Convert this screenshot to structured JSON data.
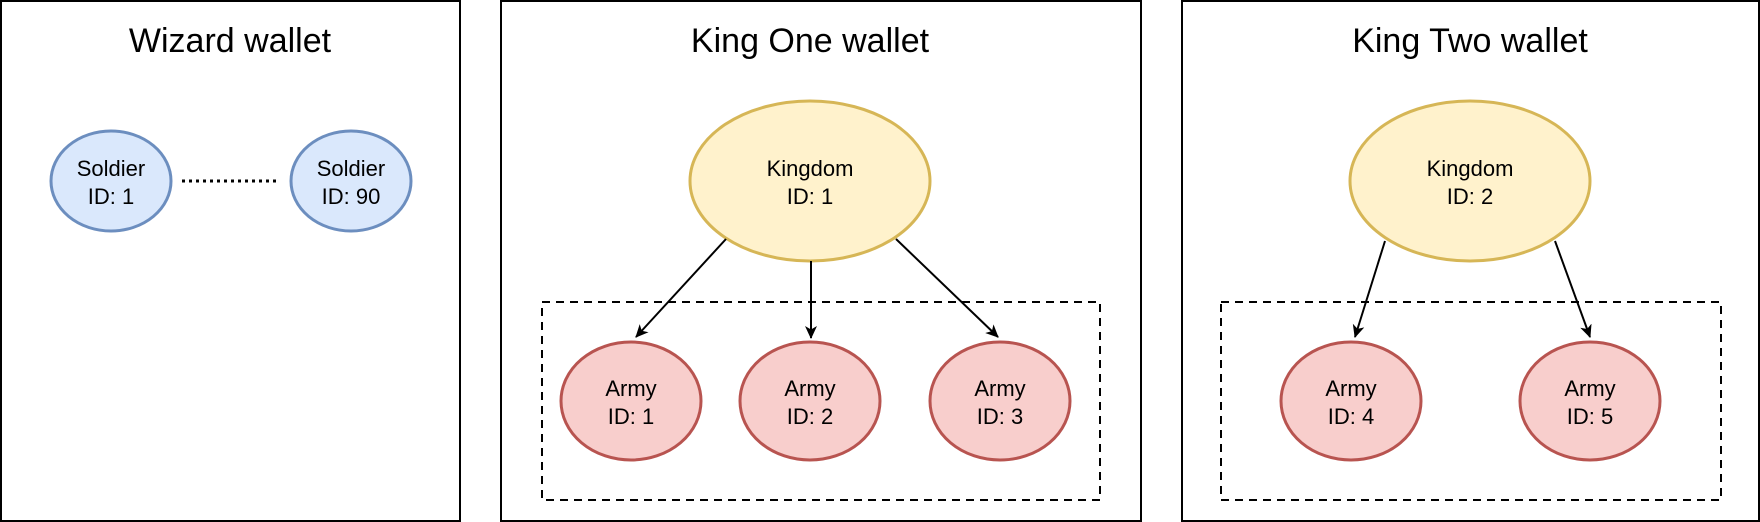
{
  "colors": {
    "soldier_fill": "#dae8fc",
    "soldier_stroke": "#6c8ebf",
    "kingdom_fill": "#fff2cc",
    "kingdom_stroke": "#d6b656",
    "army_fill": "#f8cecc",
    "army_stroke": "#b85450",
    "line": "#000000"
  },
  "panels": [
    {
      "title": "Wizard wallet",
      "soldiers": [
        {
          "line1": "Soldier",
          "line2": "ID: 1"
        },
        {
          "line1": "Soldier",
          "line2": "ID: 90"
        }
      ]
    },
    {
      "title": "King One wallet",
      "kingdom": {
        "line1": "Kingdom",
        "line2": "ID: 1"
      },
      "armies": [
        {
          "line1": "Army",
          "line2": "ID: 1"
        },
        {
          "line1": "Army",
          "line2": "ID: 2"
        },
        {
          "line1": "Army",
          "line2": "ID: 3"
        }
      ]
    },
    {
      "title": "King Two wallet",
      "kingdom": {
        "line1": "Kingdom",
        "line2": "ID: 2"
      },
      "armies": [
        {
          "line1": "Army",
          "line2": "ID: 4"
        },
        {
          "line1": "Army",
          "line2": "ID: 5"
        }
      ]
    }
  ]
}
